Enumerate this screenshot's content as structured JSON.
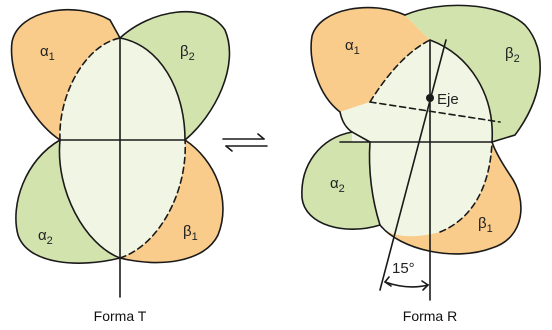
{
  "colors": {
    "orange": "#f9cc8c",
    "green": "#d2e3ae",
    "center": "#f1f6e4",
    "stroke": "#1a1a1a"
  },
  "form_t": {
    "caption": "Forma T",
    "top_left": {
      "symbol": "α",
      "subscript": "1"
    },
    "top_right": {
      "symbol": "β",
      "subscript": "2"
    },
    "bottom_left": {
      "symbol": "α",
      "subscript": "2"
    },
    "bottom_right": {
      "symbol": "β",
      "subscript": "1"
    }
  },
  "equilibrium_arrows": "⇌",
  "form_r": {
    "caption": "Forma R",
    "axis_label": "Eje",
    "angle_label": "15°",
    "top_left": {
      "symbol": "α",
      "subscript": "1"
    },
    "top_right": {
      "symbol": "β",
      "subscript": "2"
    },
    "bottom_left": {
      "symbol": "α",
      "subscript": "2"
    },
    "bottom_right": {
      "symbol": "β",
      "subscript": "1"
    }
  }
}
